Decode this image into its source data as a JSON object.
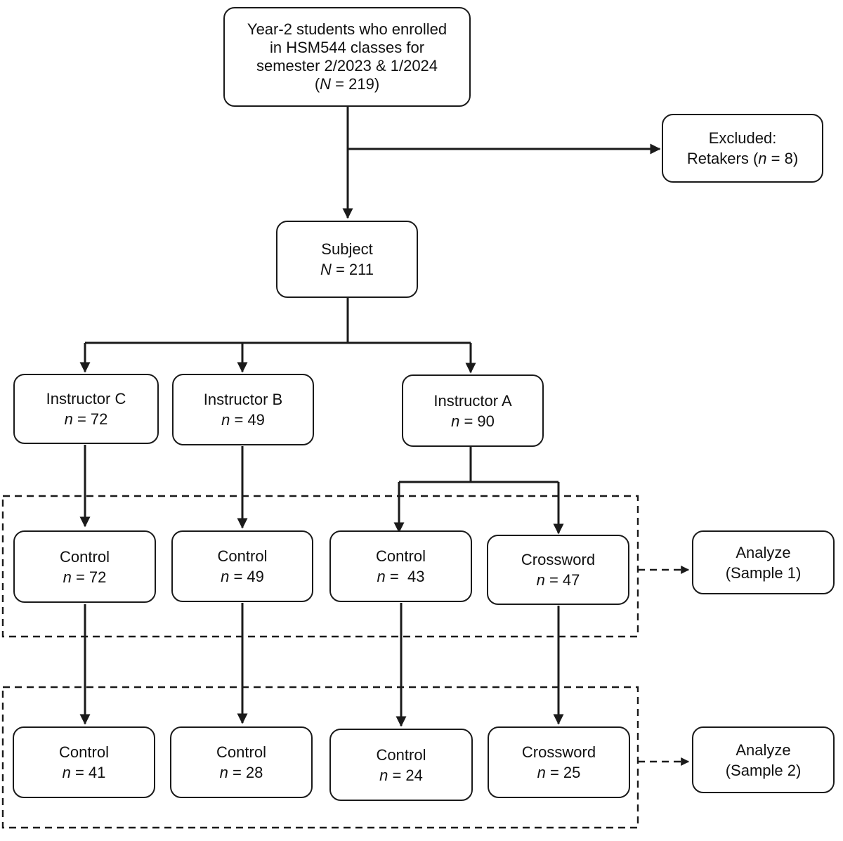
{
  "enrolled": {
    "lines": [
      "Year-2 students who enrolled",
      "in HSM544 classes for",
      "semester 2/2023 & 1/2024"
    ],
    "count_symbol": "N",
    "count_text": " = 219"
  },
  "excluded": {
    "line1": "Excluded:",
    "line2": "Retakers  (",
    "count_symbol": "n",
    "count_text": " = 8)"
  },
  "subject": {
    "label": "Subject",
    "count_symbol": "N",
    "count_text": " = 211"
  },
  "instructors": [
    {
      "label": "Instructor C",
      "count_symbol": "n",
      "count_text": " = 72"
    },
    {
      "label": "Instructor B",
      "count_symbol": "n",
      "count_text": " = 49"
    },
    {
      "label": "Instructor A",
      "count_symbol": "n",
      "count_text": " = 90"
    }
  ],
  "sample1_groups": [
    {
      "label": "Control",
      "count_symbol": "n",
      "count_text": " = 72"
    },
    {
      "label": "Control",
      "count_symbol": "n",
      "count_text": " = 49"
    },
    {
      "label": "Control",
      "count_symbol": "n",
      "count_text": " =  43"
    },
    {
      "label": "Crossword",
      "count_symbol": "n",
      "count_text": " = 47"
    }
  ],
  "sample2_groups": [
    {
      "label": "Control",
      "count_symbol": "n",
      "count_text": " = 41"
    },
    {
      "label": "Control",
      "count_symbol": "n",
      "count_text": " = 28"
    },
    {
      "label": "Control",
      "count_symbol": "n",
      "count_text": " = 24"
    },
    {
      "label": "Crossword",
      "count_symbol": "n",
      "count_text": " = 25"
    }
  ],
  "analyze1": {
    "line1": "Analyze",
    "line2": "(Sample 1)"
  },
  "analyze2": {
    "line1": "Analyze",
    "line2": "(Sample 2)"
  }
}
